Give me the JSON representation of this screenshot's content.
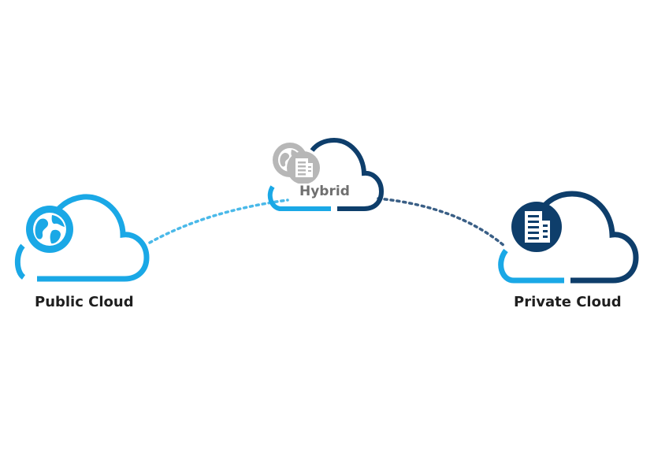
{
  "clouds": {
    "public": {
      "label": "Public Cloud",
      "icon": "globe-icon"
    },
    "hybrid": {
      "label": "Hybrid",
      "icons": [
        "globe-icon",
        "building-icon"
      ]
    },
    "private": {
      "label": "Private Cloud",
      "icon": "building-icon"
    }
  },
  "colors": {
    "light_blue": "#1aa8e6",
    "dark_blue": "#0e3e6b",
    "gray": "#b7b7b7",
    "label_dark": "#1f1f1f",
    "label_gray": "#6f6f6f"
  }
}
